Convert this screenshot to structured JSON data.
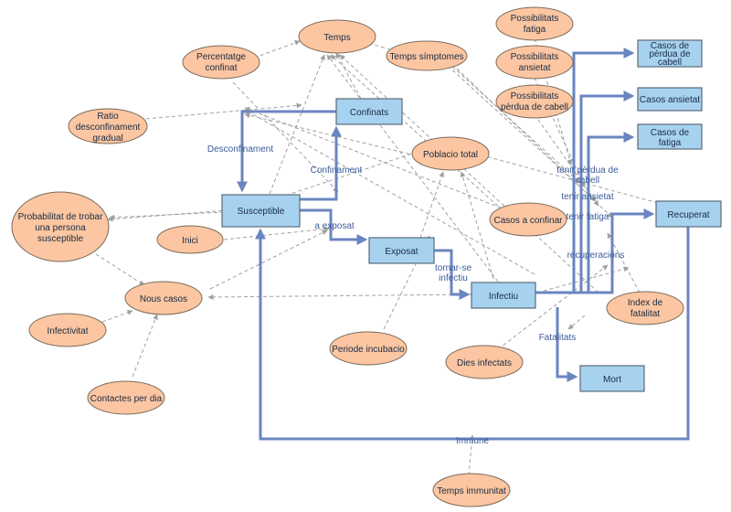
{
  "stocks": {
    "susceptible": "Susceptible",
    "confinats": "Confinats",
    "exposat": "Exposat",
    "infectiu": "Infectiu",
    "recuperat": "Recuperat",
    "mort": "Mort",
    "casos_perdua": [
      "Casos de",
      "pèrdua de",
      "cabell"
    ],
    "casos_ansietat": "Casos ansietat",
    "casos_fatiga": [
      "Casos de",
      "fatiga"
    ]
  },
  "variables": {
    "temps": "Temps",
    "percentatge_confinat": [
      "Percentatge",
      "confinat"
    ],
    "ratio_desconfinament": [
      "Ratio",
      "desconfinament",
      "gradual"
    ],
    "temps_simptomes": "Temps símptomes",
    "possibilitats_fatiga": [
      "Possibilitats",
      "fatiga"
    ],
    "possibilitats_ansietat": [
      "Possibilitats",
      "ansietat"
    ],
    "possibilitats_perdua": [
      "Possibilitats",
      "pèrdua de cabell"
    ],
    "poblacio_total": "Poblacio total",
    "probabilitat": [
      "Probabilitat de trobar",
      "una persona",
      "susceptible"
    ],
    "inici": "Inici",
    "casos_a_confinar": "Casos a confinar",
    "nous_casos": "Nous casos",
    "infectivitat": "Infectivitat",
    "contactes": "Contactes per dia",
    "periode_incubacio": "Periode incubacio",
    "dies_infectats": "Dies infectats",
    "index_fatalitat": [
      "Index de",
      "fatalitat"
    ],
    "temps_immunitat": "Temps immunitat"
  },
  "flows": {
    "desconfinament": "Desconfinament",
    "confinament": "Confinament",
    "a_exposat": "a exposat",
    "tornar_infectiu": [
      "tornar-se",
      "infectiu"
    ],
    "tenir_perdua": [
      "tenir pèrdua de",
      "cabell"
    ],
    "tenir_ansietat": "tenir ansietat",
    "tenir_fatiga": "tenir fatiga",
    "recuperacions": "recuperacions",
    "fatalitats": "Fatalitats",
    "immune": "Immune"
  }
}
